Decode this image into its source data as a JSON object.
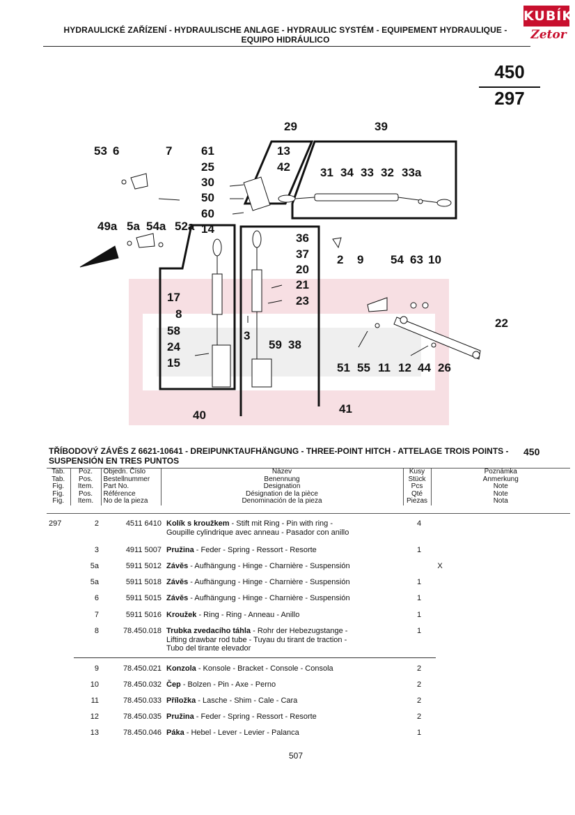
{
  "header": {
    "title": "HYDRAULICKÉ ZAŘÍZENÍ - HYDRAULISCHE ANLAGE - HYDRAULIC SYSTÉM - EQUIPEMENT HYDRAULIQUE - EQUIPO HIDRÁULICO",
    "logo_top": "KUBÍK",
    "logo_bottom": "Zetor"
  },
  "figure": {
    "group": "450",
    "page": "297"
  },
  "diagram_labels": [
    "29",
    "39",
    "53",
    "6",
    "7",
    "61",
    "13",
    "25",
    "42",
    "30",
    "50",
    "60",
    "14",
    "31",
    "34",
    "33",
    "32",
    "33a",
    "49a",
    "5a",
    "54a",
    "52a",
    "36",
    "37",
    "2",
    "9",
    "54",
    "63",
    "10",
    "20",
    "21",
    "23",
    "17",
    "8",
    "58",
    "24",
    "15",
    "3",
    "59",
    "38",
    "22",
    "51",
    "55",
    "11",
    "12",
    "44",
    "26",
    "40",
    "41"
  ],
  "section": {
    "title": "TŘÍBODOVÝ ZÁVĚS Z 6621-10641 - DREIPUNKTAUFHÄNGUNG - THREE-POINT HITCH - ATTELAGE TROIS POINTS - SUSPENSIÓN EN TRES PUNTOS",
    "number": "450"
  },
  "columns": {
    "tab": [
      "Tab.",
      "Tab.",
      "Fig.",
      "Fig.",
      "Fig."
    ],
    "pos": [
      "Poz.",
      "Pos.",
      "Item.",
      "Pos.",
      "Item."
    ],
    "part": [
      "Objedn. Číslo",
      "Bestellnummer",
      "Part No.",
      "Référence",
      "No de la pieza"
    ],
    "name": [
      "Název",
      "Benennung",
      "Designation",
      "Désignation de la pièce",
      "Denominación de la pieza"
    ],
    "qty": [
      "Kusy",
      "Stück",
      "Pcs",
      "Qté",
      "Piezas"
    ],
    "note": [
      "Poznámka",
      "Anmerkung",
      "Note",
      "Note",
      "Nota"
    ]
  },
  "rows": [
    {
      "tab": "297",
      "pos": "2",
      "part": "4511 6410",
      "name_bold": "Kolík s kroužkem",
      "name_rest": " - Stift mit Ring - Pin with ring -",
      "line2": "Goupille cylindrique avec anneau - Pasador con anillo",
      "line3": "",
      "qty": "4",
      "note": ""
    },
    {
      "tab": "",
      "pos": "3",
      "part": "4911 5007",
      "name_bold": "Pružina",
      "name_rest": " - Feder - Spring - Ressort - Resorte",
      "line2": "",
      "line3": "",
      "qty": "1",
      "note": ""
    },
    {
      "tab": "",
      "pos": "5a",
      "part": "5911 5012",
      "name_bold": "Závěs",
      "name_rest": " - Aufhängung - Hinge - Charnière - Suspensión",
      "line2": "",
      "line3": "",
      "qty": "",
      "note": "X"
    },
    {
      "tab": "",
      "pos": "5a",
      "part": "5911 5018",
      "name_bold": "Závěs",
      "name_rest": " - Aufhängung - Hinge - Charnière - Suspensión",
      "line2": "",
      "line3": "",
      "qty": "1",
      "note": ""
    },
    {
      "tab": "",
      "pos": "6",
      "part": "5911 5015",
      "name_bold": "Závěs",
      "name_rest": " - Aufhängung - Hinge - Charnière - Suspensión",
      "line2": "",
      "line3": "",
      "qty": "1",
      "note": ""
    },
    {
      "tab": "",
      "pos": "7",
      "part": "5911 5016",
      "name_bold": "Kroužek",
      "name_rest": " - Ring - Ring - Anneau - Anillo",
      "line2": "",
      "line3": "",
      "qty": "1",
      "note": ""
    },
    {
      "tab": "",
      "pos": "8",
      "part": "78.450.018",
      "name_bold": "Trubka zvedacího táhla",
      "name_rest": " - Rohr der Hebezugstange -",
      "line2": "Lifting drawbar rod tube - Tuyau du tirant de traction -",
      "line3": "Tubo del tirante elevador",
      "qty": "1",
      "note": ""
    },
    {
      "tab": "",
      "pos": "9",
      "part": "78.450.021",
      "name_bold": "Konzola",
      "name_rest": " - Konsole - Bracket - Console - Consola",
      "line2": "",
      "line3": "",
      "qty": "2",
      "note": ""
    },
    {
      "tab": "",
      "pos": "10",
      "part": "78.450.032",
      "name_bold": "Čep",
      "name_rest": " - Bolzen - Pin - Axe - Perno",
      "line2": "",
      "line3": "",
      "qty": "2",
      "note": ""
    },
    {
      "tab": "",
      "pos": "11",
      "part": "78.450.033",
      "name_bold": "Příložka",
      "name_rest": " - Lasche - Shim - Cale - Cara",
      "line2": "",
      "line3": "",
      "qty": "2",
      "note": ""
    },
    {
      "tab": "",
      "pos": "12",
      "part": "78.450.035",
      "name_bold": "Pružina",
      "name_rest": " - Feder - Spring - Ressort - Resorte",
      "line2": "",
      "line3": "",
      "qty": "2",
      "note": ""
    },
    {
      "tab": "",
      "pos": "13",
      "part": "78.450.046",
      "name_bold": "Páka",
      "name_rest": " - Hebel - Lever - Levier - Palanca",
      "line2": "",
      "line3": "",
      "qty": "1",
      "note": ""
    }
  ],
  "footer": {
    "page_number": "507"
  },
  "colors": {
    "brand_red": "#c8102e",
    "ink": "#111111"
  }
}
